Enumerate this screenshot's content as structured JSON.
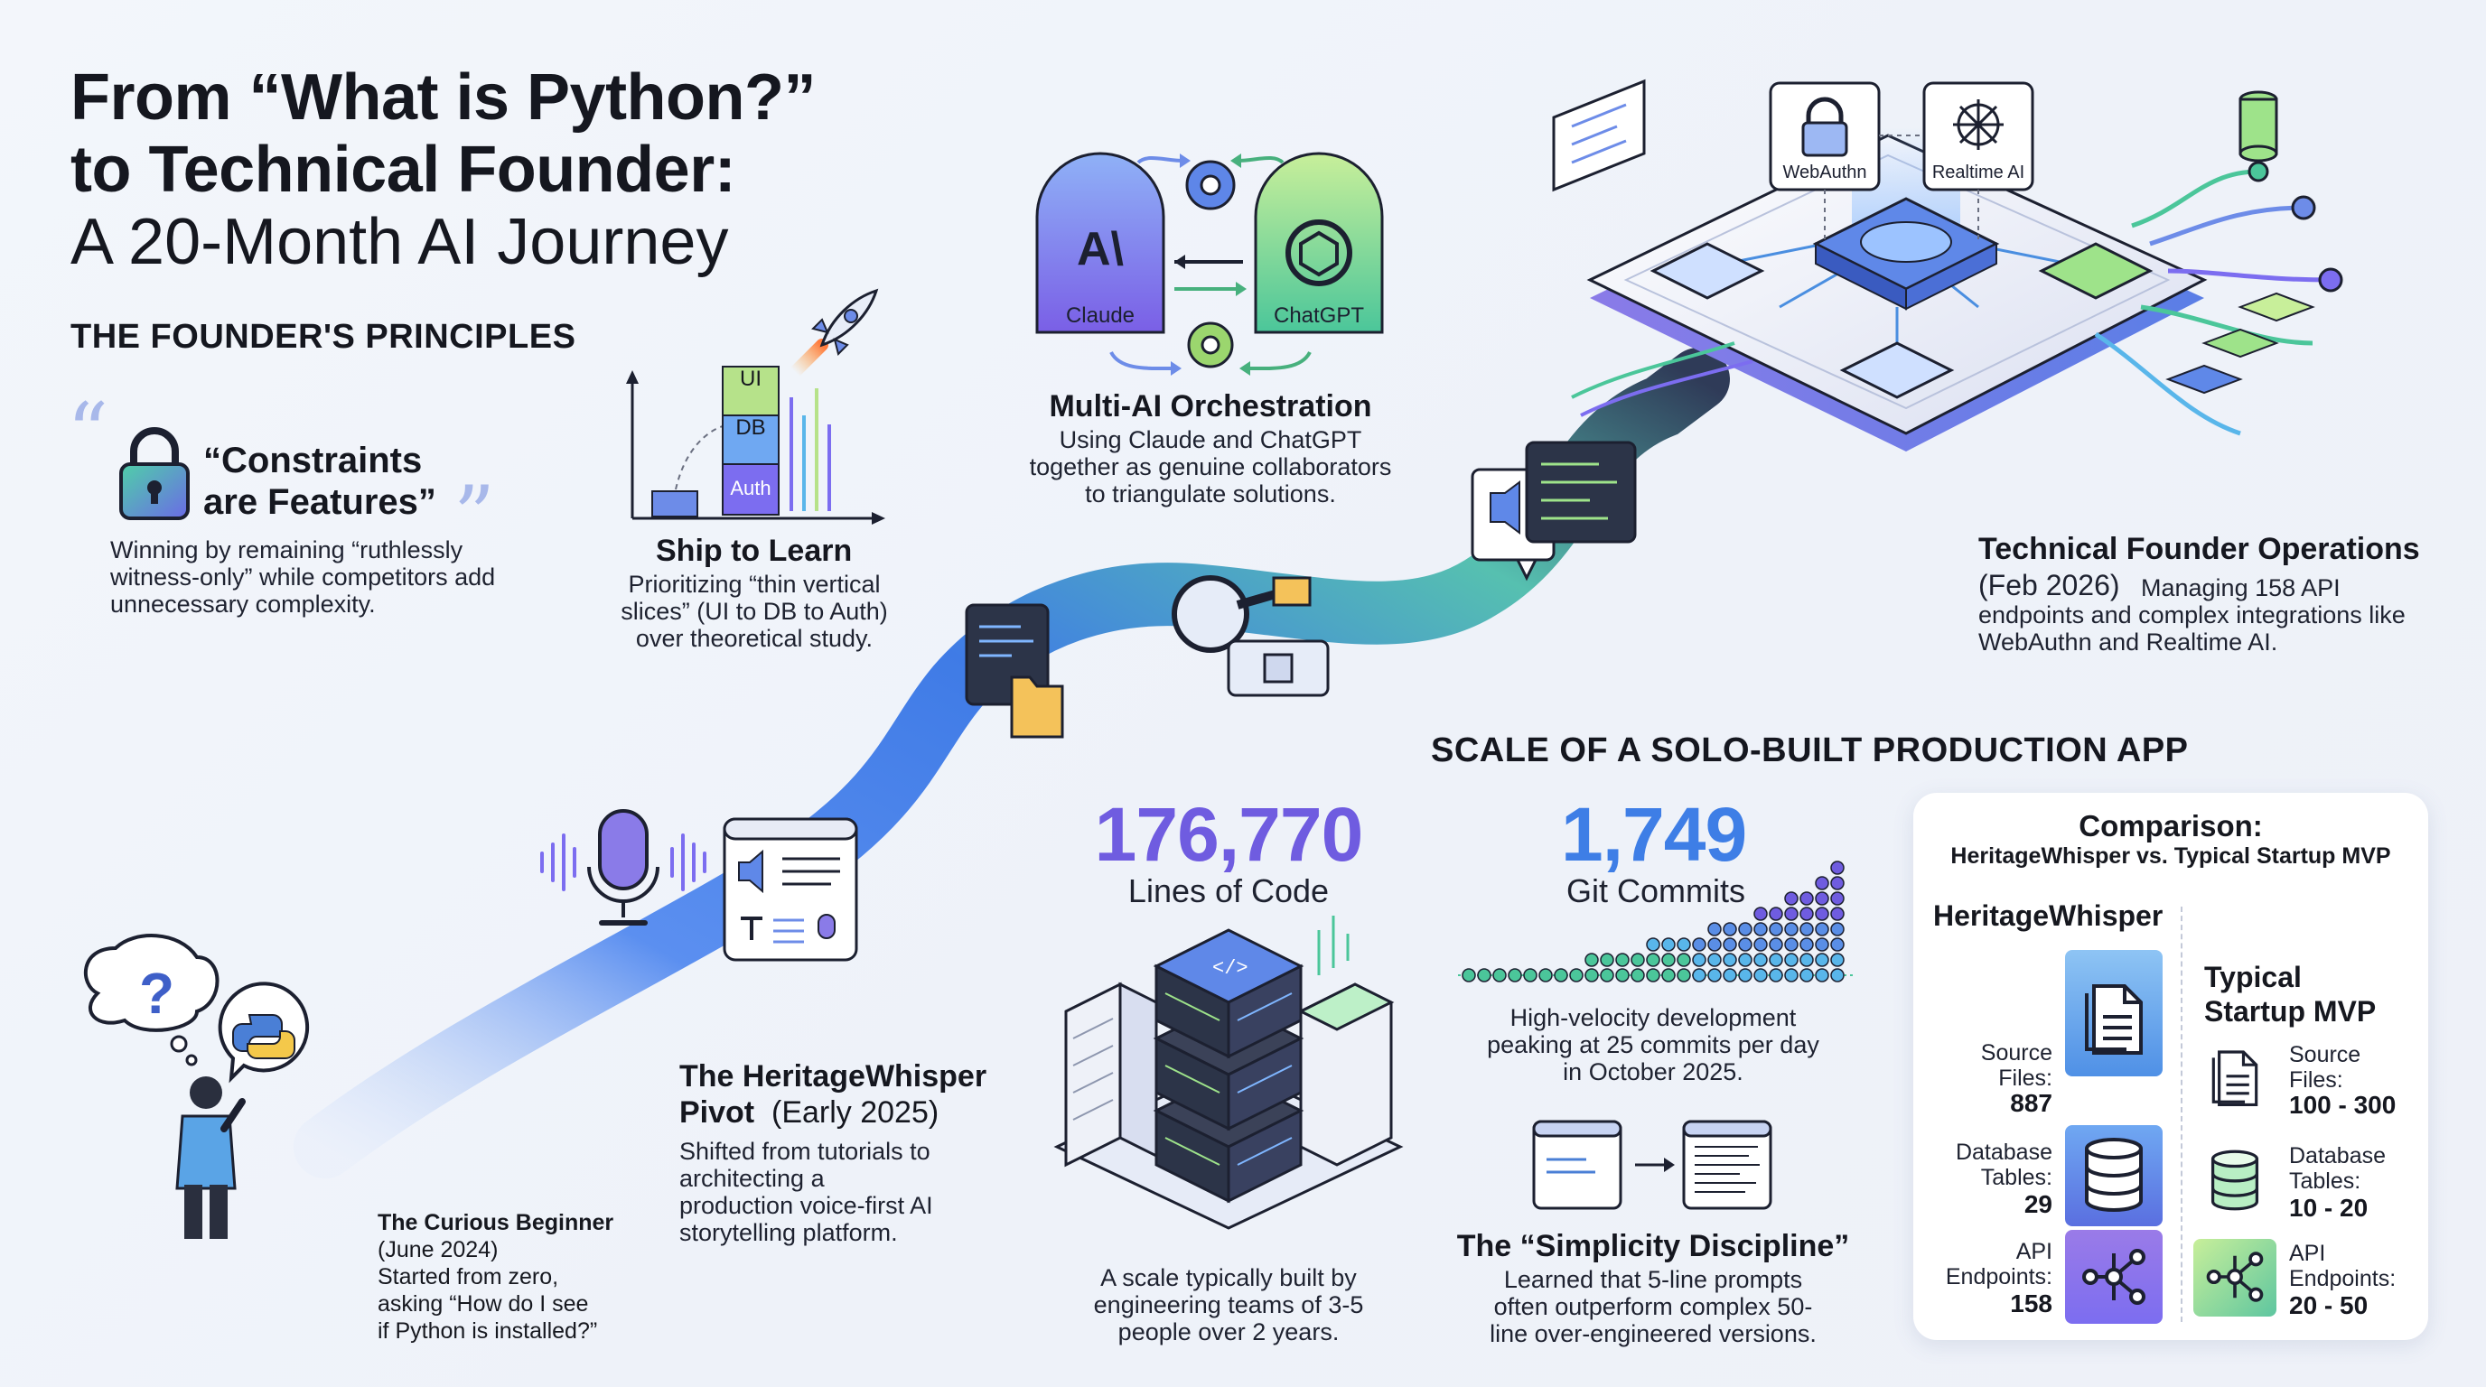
{
  "title": {
    "line1": "From “What is Python?”",
    "line2": "to Technical Founder:",
    "line3": "A 20-Month AI Journey"
  },
  "principles": {
    "heading": "THE FOUNDER'S PRINCIPLES",
    "constraints": {
      "title_line1": "“Constraints",
      "title_line2": "are Features”",
      "body_line1": "Winning by remaining “ruthlessly",
      "body_line2": "witness-only” while competitors add",
      "body_line3": "unnecessary complexity."
    },
    "ship": {
      "title": "Ship to Learn",
      "body_line1": "Prioritizing “thin vertical",
      "body_line2": "slices” (UI to DB to Auth)",
      "body_line3": "over theoretical study.",
      "stack": [
        "UI",
        "DB",
        "Auth"
      ]
    },
    "multi_ai": {
      "title": "Multi-AI Orchestration",
      "body_line1": "Using Claude and ChatGPT",
      "body_line2": "together as genuine collaborators",
      "body_line3": "to triangulate solutions.",
      "claude_label": "Claude",
      "claude_logo": "A\\",
      "chatgpt_label": "ChatGPT"
    }
  },
  "operations": {
    "title": "Technical Founder Operations",
    "date": "(Feb 2026)",
    "body_line1": "Managing 158 API",
    "body_line2": "endpoints and complex integrations like",
    "body_line3": "WebAuthn and Realtime AI.",
    "webauthn_label": "WebAuthn",
    "realtime_label": "Realtime AI"
  },
  "journey": {
    "beginner": {
      "title": "The Curious Beginner",
      "date": "(June 2024)",
      "body_line1": "Started from zero,",
      "body_line2": "asking “How do I see",
      "body_line3": "if Python is installed?”"
    },
    "pivot": {
      "title_line1": "The HeritageWhisper",
      "title_line2_bold": "Pivot",
      "title_line2_light": "(Early 2025)",
      "body_line1": "Shifted from tutorials to",
      "body_line2": "architecting a",
      "body_line3": "production voice-first AI",
      "body_line4": "storytelling platform."
    }
  },
  "scale": {
    "heading": "SCALE OF A SOLO-BUILT PRODUCTION APP",
    "loc": {
      "value": "176,770",
      "label": "Lines of Code",
      "body_line1": "A scale typically built by",
      "body_line2": "engineering teams of 3-5",
      "body_line3": "people over 2 years."
    },
    "commits": {
      "value": "1,749",
      "label": "Git Commits",
      "body_line1": "High-velocity development",
      "body_line2": "peaking at 25 commits per day",
      "body_line3": "in October 2025."
    },
    "simplicity": {
      "title": "The “Simplicity Discipline”",
      "body_line1": "Learned that 5-line prompts",
      "body_line2": "often outperform complex 50-",
      "body_line3": "line over-engineered versions."
    }
  },
  "comparison": {
    "title": "Comparison:",
    "subtitle": "HeritageWhisper vs. Typical Startup MVP",
    "left_heading": "HeritageWhisper",
    "right_heading_line1": "Typical",
    "right_heading_line2": "Startup MVP",
    "rows": [
      {
        "label_line1": "Source",
        "label_line2": "Files:",
        "hw": "887",
        "mvp": "100 - 300",
        "icon": "document-icon"
      },
      {
        "label_line1": "Database",
        "label_line2": "Tables:",
        "hw": "29",
        "mvp": "10 - 20",
        "icon": "database-icon"
      },
      {
        "label_line1": "API",
        "label_line2": "Endpoints:",
        "hw": "158",
        "mvp": "20 - 50",
        "icon": "network-icon"
      }
    ]
  },
  "colors": {
    "purple_accent": "#6f5ce0",
    "blue_accent": "#3e7ee6",
    "path_start": "#3c75e3",
    "path_end": "#5fc7a8"
  }
}
